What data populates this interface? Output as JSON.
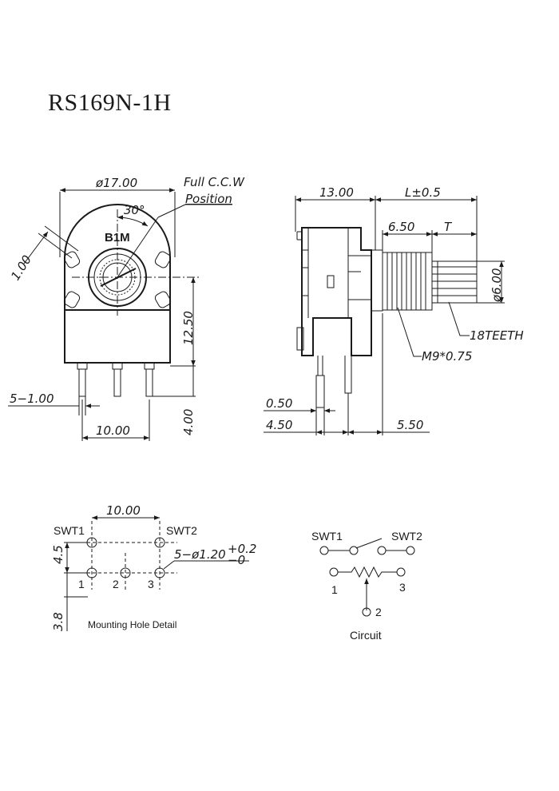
{
  "title": "RS169N-1H",
  "front": {
    "dia": "ø17.00",
    "angle": "30°",
    "note1": "Full C.C.W",
    "note2": "Position",
    "marking": "B1M",
    "d100": "1.00",
    "d1250": "12.50",
    "d400": "4.00",
    "d510": "5−1.00",
    "d1000": "10.00"
  },
  "side": {
    "d1300": "13.00",
    "dl": "L±0.5",
    "d650": "6.50",
    "dt": "T",
    "d600": "ø6.00",
    "teeth": "18TEETH",
    "thread": "M9*0.75",
    "d050": "0.50",
    "d450": "4.50",
    "d550": "5.50"
  },
  "holes": {
    "d1000": "10.00",
    "d45": "4.5",
    "d38": "3.8",
    "swt1": "SWT1",
    "swt2": "SWT2",
    "n1": "1",
    "n2": "2",
    "n3": "3",
    "hole_spec": "5−ø1.20",
    "tol_plus": "+0.2",
    "tol_minus": "−0",
    "caption": "Mounting Hole Detail"
  },
  "circuit": {
    "swt1": "SWT1",
    "swt2": "SWT2",
    "n1": "1",
    "n2": "2",
    "n3": "3",
    "caption": "Circuit"
  }
}
